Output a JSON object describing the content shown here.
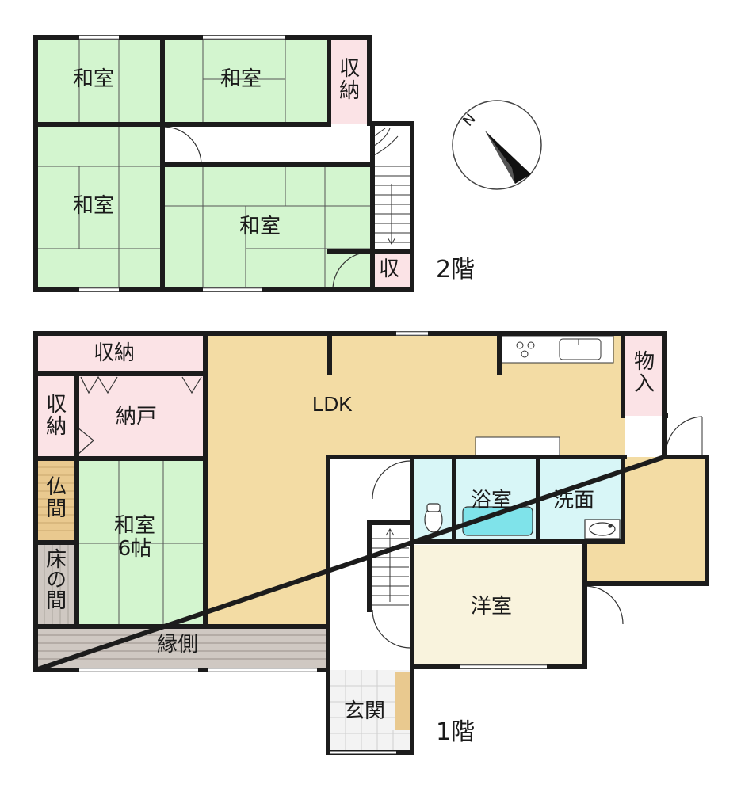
{
  "floor2": {
    "label": "2階",
    "rooms": {
      "washitsu_a": "和室",
      "washitsu_b": "和室",
      "washitsu_c": "和室",
      "washitsu_d": "和室",
      "storage": "収納",
      "storage_small": "収"
    }
  },
  "floor1": {
    "label": "1階",
    "rooms": {
      "storage_top": "収納",
      "storage_left": "収納",
      "nando": "納戸",
      "ldk": "LDK",
      "monoire": "物入",
      "butsuma": "仏間",
      "tokonoma": "床の間",
      "washitsu": "和室\n6帖",
      "engawa": "縁側",
      "bath": "浴室",
      "washroom": "洗面",
      "western": "洋室",
      "entrance": "玄関"
    }
  },
  "compass": {
    "north_label": "N"
  },
  "colors": {
    "tatami": "#d3f5cf",
    "ldk": "#f3dca4",
    "storage": "#fbe3e6",
    "wet": "#d8f6f7",
    "western": "#f9f3dd",
    "wood": "#e9c98f",
    "engawa": "#cfc8c2",
    "wall": "#1c1c1c"
  }
}
